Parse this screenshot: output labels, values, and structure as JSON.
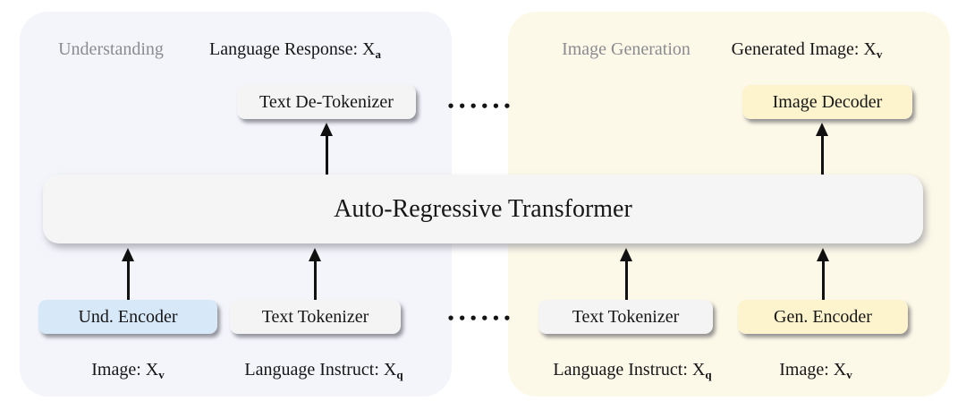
{
  "panels": {
    "understanding": {
      "title": "Understanding"
    },
    "image_generation": {
      "title": "Image Generation"
    }
  },
  "boxes": {
    "transformer": "Auto-Regressive Transformer",
    "text_detokenizer": "Text De-Tokenizer",
    "image_decoder": "Image Decoder",
    "und_encoder": "Und. Encoder",
    "text_tokenizer_left": "Text Tokenizer",
    "text_tokenizer_right": "Text Tokenizer",
    "gen_encoder": "Gen. Encoder"
  },
  "io_labels": {
    "language_response": {
      "main": "Language Response: X",
      "sub": "a"
    },
    "generated_image": {
      "main": "Generated Image: X",
      "sub": "v"
    },
    "image_understanding": {
      "main": "Image: X",
      "sub": "v"
    },
    "language_instruct_understanding": {
      "main": "Language Instruct: X",
      "sub": "q"
    },
    "language_instruct_generation": {
      "main": "Language Instruct: X",
      "sub": "q"
    },
    "image_generation": {
      "main": "Image: X",
      "sub": "v"
    }
  },
  "ellipsis": {
    "top": "••••••",
    "bottom": "••••••"
  },
  "colors": {
    "understanding_panel_bg": "#f3f5fb",
    "generation_panel_bg": "#fdf9e9",
    "transformer_box_bg": "#f5f5f6",
    "tokenizer_box_bg": "#f4f4f4",
    "und_encoder_box_bg": "#d7e8f8",
    "generation_box_bg": "#fdf3cd",
    "panel_title_color": "#8b8b90",
    "text_color": "#161616"
  }
}
